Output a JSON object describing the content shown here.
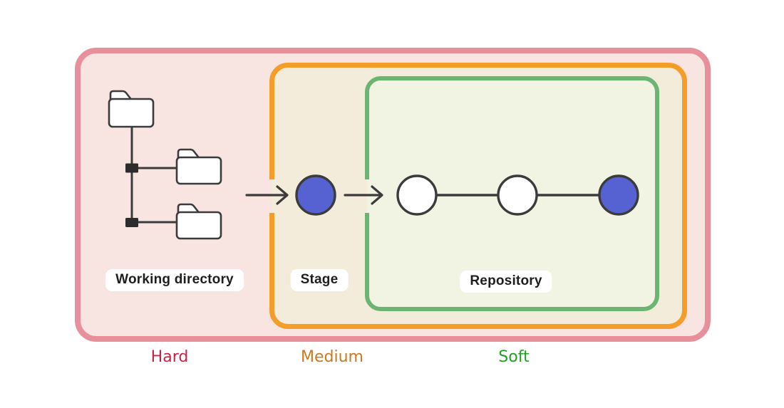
{
  "colors": {
    "hard_border": "#e78f9b",
    "hard_fill": "#f8e4e1",
    "medium_border": "#f49d29",
    "medium_fill": "#f4ecdb",
    "soft_border": "#6cb472",
    "soft_fill": "#f1f4e2",
    "hard_text": "#c92045",
    "medium_text": "#c87a23",
    "soft_text": "#22a123",
    "outline": "#3b3b3b",
    "label_bg": "#ffffff",
    "label_text": "#1e1e1e",
    "commit_accent": "#5662d2"
  },
  "zones": {
    "working_directory": {
      "label": "Working directory"
    },
    "stage": {
      "label": "Stage",
      "commit_color": "#5662d2"
    },
    "repository": {
      "label": "Repository",
      "commit_colors": [
        "#ffffff",
        "#ffffff",
        "#5662d2"
      ]
    }
  },
  "legend": {
    "hard": "Hard",
    "medium": "Medium",
    "soft": "Soft"
  }
}
